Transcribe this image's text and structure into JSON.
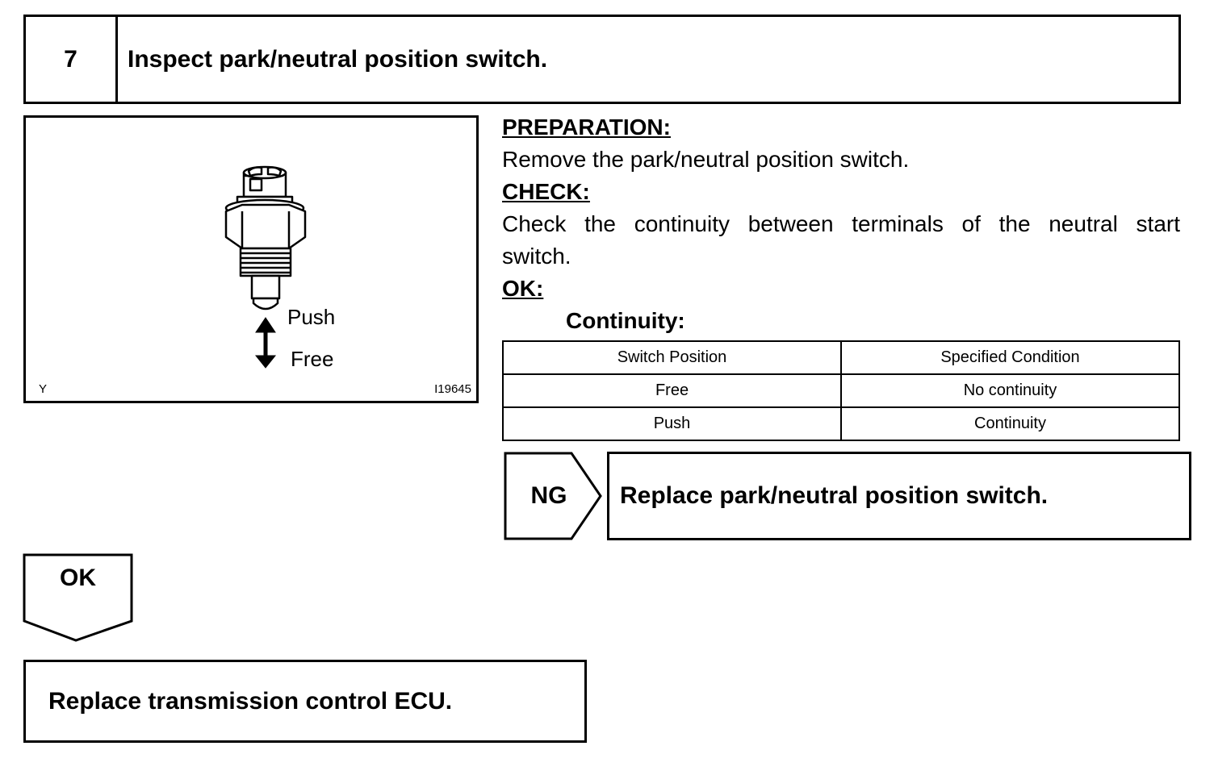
{
  "step": {
    "number": "7",
    "title": "Inspect park/neutral position switch."
  },
  "figure": {
    "push_label": "Push",
    "free_label": "Free",
    "corner_left": "Y",
    "corner_right": "I19645",
    "icon": "neutral-switch-illustration"
  },
  "procedure": {
    "preparation_heading": "PREPARATION:",
    "preparation_text": "Remove the park/neutral position switch.",
    "check_heading": "CHECK:",
    "check_text_line1": "Check the continuity between terminals of the neutral start",
    "check_text_line2": "switch.",
    "ok_heading": "OK:",
    "continuity_heading": "Continuity:"
  },
  "table": {
    "headers": [
      "Switch Position",
      "Specified Condition"
    ],
    "rows": [
      [
        "Free",
        "No continuity"
      ],
      [
        "Push",
        "Continuity"
      ]
    ]
  },
  "ng_branch": {
    "label": "NG",
    "result": "Replace park/neutral position switch."
  },
  "ok_branch": {
    "label": "OK",
    "result": "Replace transmission control ECU."
  }
}
